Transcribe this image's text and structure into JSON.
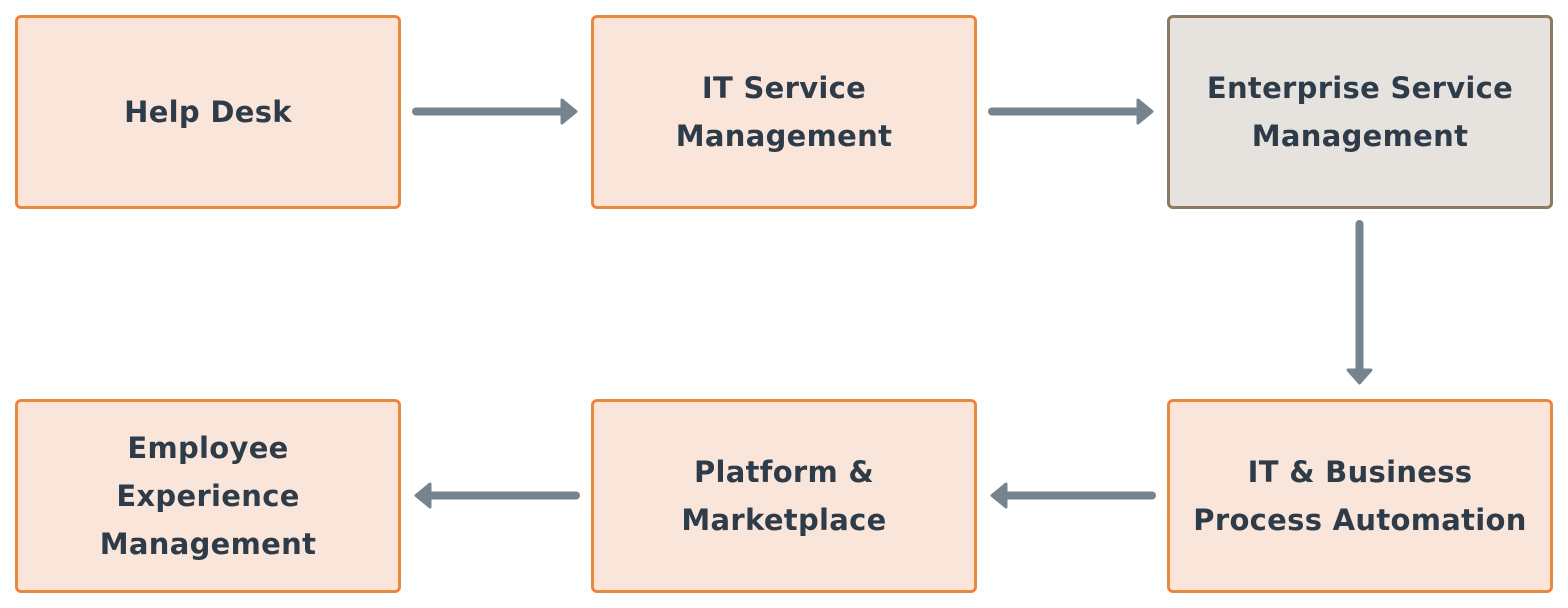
{
  "diagram": {
    "nodes": [
      {
        "id": "help-desk",
        "label": "Help Desk",
        "highlighted": false
      },
      {
        "id": "itsm",
        "label": "IT Service Management",
        "highlighted": false
      },
      {
        "id": "esm",
        "label": "Enterprise Service Management",
        "highlighted": true
      },
      {
        "id": "it-bpa",
        "label": "IT & Business Process Automation",
        "highlighted": false
      },
      {
        "id": "platform",
        "label": "Platform & Marketplace",
        "highlighted": false
      },
      {
        "id": "eem",
        "label": "Employee Experience Management",
        "highlighted": false
      }
    ],
    "edges": [
      {
        "from": "help-desk",
        "to": "itsm"
      },
      {
        "from": "itsm",
        "to": "esm"
      },
      {
        "from": "esm",
        "to": "it-bpa"
      },
      {
        "from": "it-bpa",
        "to": "platform"
      },
      {
        "from": "platform",
        "to": "eem"
      }
    ]
  },
  "colors": {
    "box_fill": "#f9e5da",
    "box_border": "#e98a3a",
    "highlight_fill": "#e6e3df",
    "highlight_border": "#8c7b62",
    "text": "#2e3c49",
    "arrow": "#77838f"
  }
}
